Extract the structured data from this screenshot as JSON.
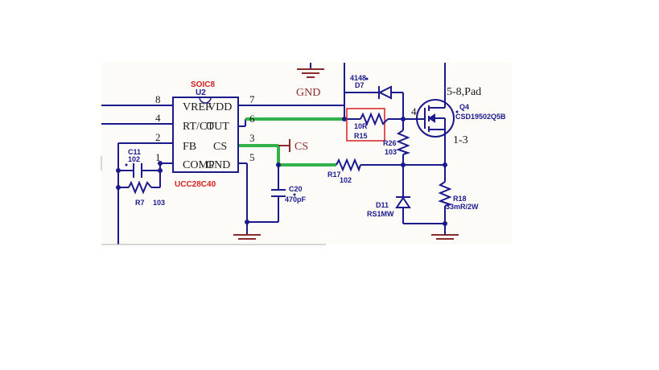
{
  "colors": {
    "wire": "#1a1a8c",
    "highlight_wire": "#33b24a",
    "ground": "#8b2a2a",
    "label_red": "#d42020",
    "pin_text": "#1a1a1a",
    "component_text": "#1a1a8c",
    "background": "#fdfbf8"
  },
  "ic": {
    "package": "SOIC8",
    "ref": "U2",
    "part": "UCC28C40",
    "pins": {
      "p8": "8",
      "p4": "4",
      "p2": "2",
      "p1": "1",
      "p7": "7",
      "p6": "6",
      "p3": "3",
      "p5": "5"
    },
    "pin_labels": {
      "vref": "VREF",
      "rt_ct": "RT/CT",
      "fb": "FB",
      "comp": "COMP",
      "vdd": "VDD",
      "out": "OUT",
      "cs": "CS",
      "gnd": "GND"
    }
  },
  "net_labels": {
    "gnd": "GND",
    "cs": "CS"
  },
  "components": {
    "c11": {
      "ref": "C11",
      "value": "102"
    },
    "r7": {
      "ref": "R7",
      "value": "103"
    },
    "c20": {
      "ref": "C20",
      "value": "470pF"
    },
    "r17": {
      "ref": "R17",
      "value": "102"
    },
    "d7": {
      "ref": "D7",
      "value": "4148"
    },
    "r15": {
      "ref": "R15",
      "value": "10R"
    },
    "r26": {
      "ref": "R26",
      "value": "103"
    },
    "d11": {
      "ref": "D11",
      "value": "RS1MW"
    },
    "r18": {
      "ref": "R18",
      "value": "33mR/2W"
    },
    "q4": {
      "ref": "Q4",
      "part": "CSD19502Q5B",
      "gate_pin": "4",
      "drain_pins": "5-8,Pad",
      "source_pins": "1-3"
    }
  }
}
